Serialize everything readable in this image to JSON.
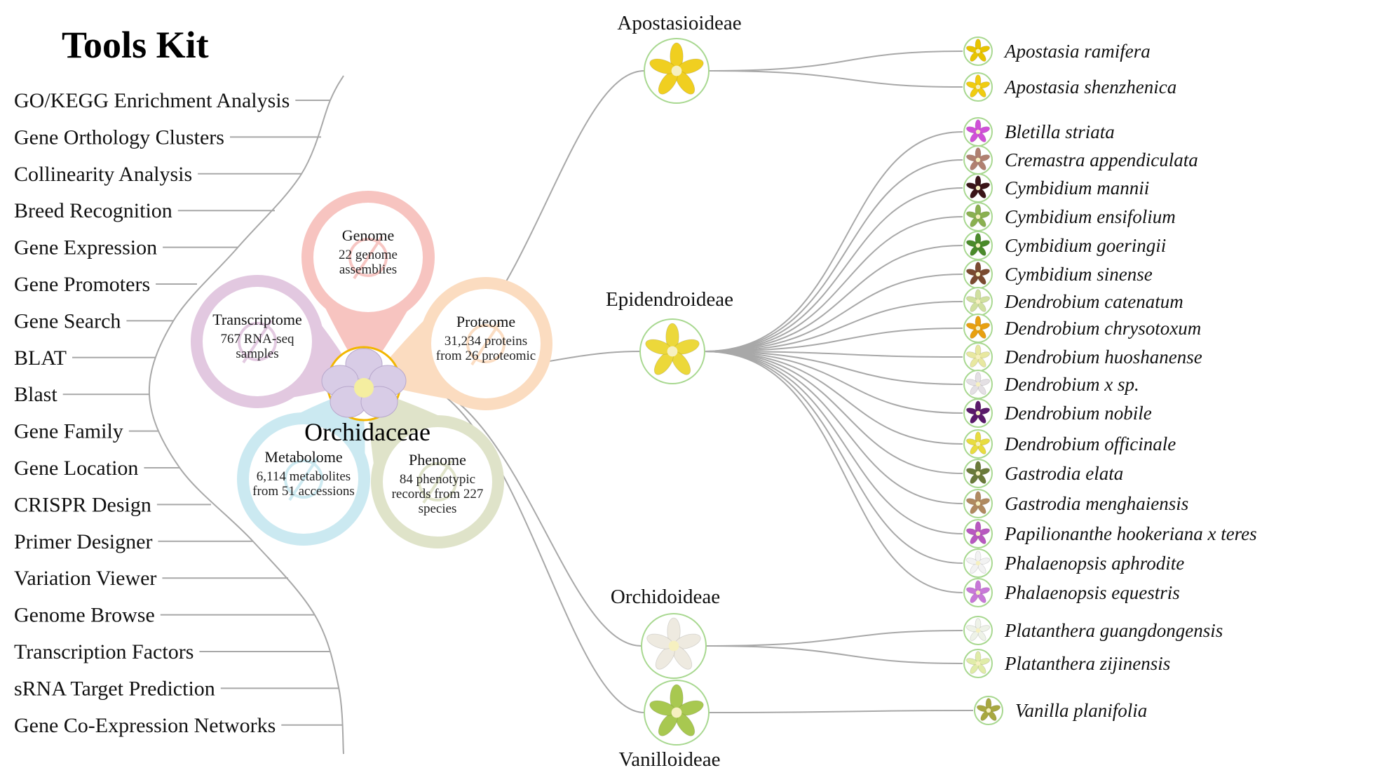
{
  "tools_kit": {
    "title": "Tools Kit",
    "items": [
      "GO/KEGG Enrichment Analysis",
      "Gene Orthology Clusters",
      "Collinearity Analysis",
      "Breed Recognition",
      "Gene Expression",
      "Gene Promoters",
      "Gene Search",
      "BLAT",
      "Blast",
      "Gene Family",
      "Gene Location",
      "CRISPR Design",
      "Primer Designer",
      "Variation Viewer",
      "Genome Browse",
      "Transcription Factors",
      "sRNA Target Prediction",
      "Gene Co-Expression Networks"
    ]
  },
  "center": {
    "family": "Orchidaceae",
    "omics": [
      {
        "label": "Genome",
        "stat": "22 genome assemblies",
        "color": "#f7c4c0",
        "icon": "dna-icon"
      },
      {
        "label": "Transcriptome",
        "stat": "767 RNA-seq samples",
        "color": "#e2c8e0",
        "icon": "magnifier-icon"
      },
      {
        "label": "Proteome",
        "stat": "31,234 proteins from 26 proteomic",
        "color": "#fbdcc0",
        "icon": "protein-icon"
      },
      {
        "label": "Metabolome",
        "stat": "6,114 metabolites from 51 accessions",
        "color": "#cbe9f1",
        "icon": "molecule-icon"
      },
      {
        "label": "Phenome",
        "stat": "84 phenotypic records from 227 species",
        "color": "#dfe3c9",
        "icon": "leaf-icon"
      }
    ]
  },
  "subfamilies": [
    {
      "name": "Apostasioideae",
      "color": "#f0cf20",
      "species": [
        {
          "name": "Apostasia ramifera",
          "color": "#e8c400"
        },
        {
          "name": "Apostasia shenzhenica",
          "color": "#f0cc10"
        }
      ]
    },
    {
      "name": "Epidendroideae",
      "color": "#ecd83a",
      "species": [
        {
          "name": "Bletilla striata",
          "color": "#d050d8"
        },
        {
          "name": "Cremastra appendiculata",
          "color": "#b08070"
        },
        {
          "name": "Cymbidium mannii",
          "color": "#3a1418"
        },
        {
          "name": "Cymbidium ensifolium",
          "color": "#8ab050"
        },
        {
          "name": "Cymbidium goeringii",
          "color": "#4a8a2a"
        },
        {
          "name": "Cymbidium sinense",
          "color": "#7a4a30"
        },
        {
          "name": "Dendrobium catenatum",
          "color": "#d0e0a0"
        },
        {
          "name": "Dendrobium chrysotoxum",
          "color": "#e8a010"
        },
        {
          "name": "Dendrobium huoshanense",
          "color": "#e8e8a0"
        },
        {
          "name": "Dendrobium x sp.",
          "color": "#e4e0e4"
        },
        {
          "name": "Dendrobium nobile",
          "color": "#5a1a6a"
        },
        {
          "name": "Dendrobium officinale",
          "color": "#e8dc40"
        },
        {
          "name": "Gastrodia elata",
          "color": "#6a7a3a"
        },
        {
          "name": "Gastrodia menghaiensis",
          "color": "#b08a60"
        },
        {
          "name": "Papilionanthe hookeriana x teres",
          "color": "#b858c0"
        },
        {
          "name": "Phalaenopsis aphrodite",
          "color": "#f2f2f2"
        },
        {
          "name": "Phalaenopsis equestris",
          "color": "#c878d8"
        }
      ]
    },
    {
      "name": "Orchidoideae",
      "color": "#eeeae0",
      "species": [
        {
          "name": "Platanthera guangdongensis",
          "color": "#eef2e8"
        },
        {
          "name": "Platanthera zijinensis",
          "color": "#e0eca8"
        }
      ]
    },
    {
      "name": "Vanilloideae",
      "color": "#a8c850",
      "species": [
        {
          "name": "Vanilla planifolia",
          "color": "#a8a840"
        }
      ]
    }
  ]
}
